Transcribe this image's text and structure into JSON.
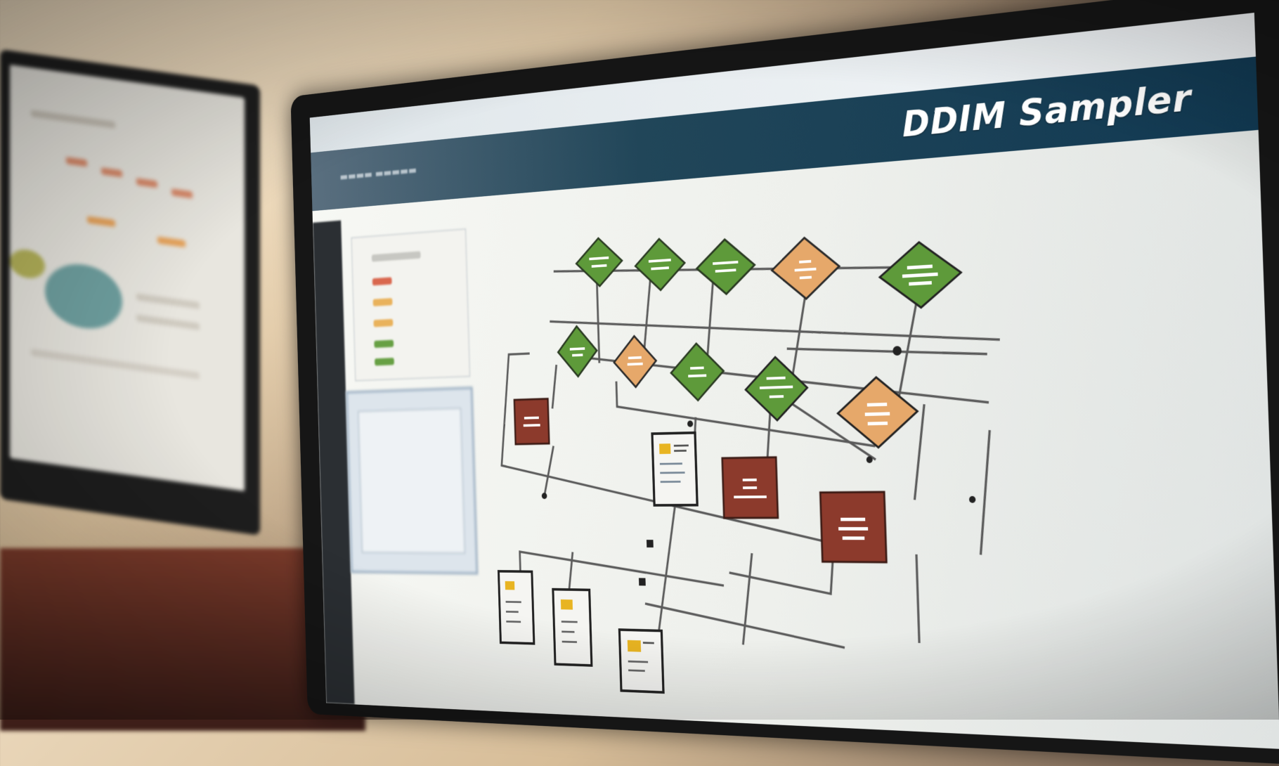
{
  "app": {
    "title": "DDIM Sampler"
  },
  "colors": {
    "title_bar": "#123a53",
    "node_green": "#5e9a3a",
    "node_orange": "#e6a86a",
    "node_red": "#8c3a2c",
    "card_yellow": "#e8b422"
  },
  "diagram": {
    "node_kinds": [
      "green-diamond",
      "orange-diamond",
      "red-square",
      "document-card"
    ]
  }
}
